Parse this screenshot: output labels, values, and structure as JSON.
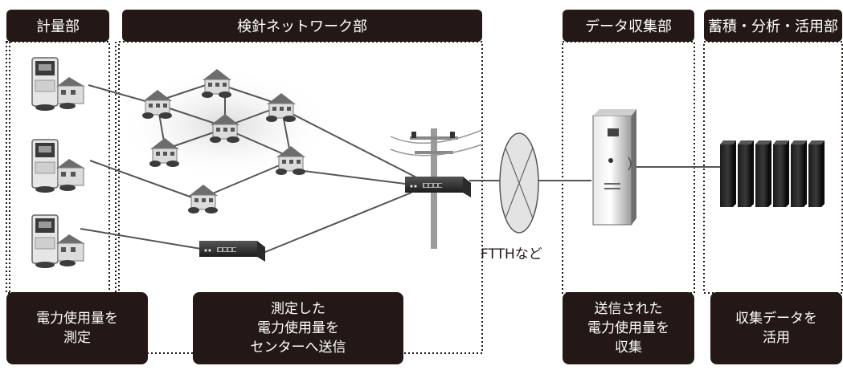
{
  "sections": {
    "metering": "計量部",
    "network": "検針ネットワーク部",
    "collection": "データ収集部",
    "storage": "蓄積・分析・活用部"
  },
  "descriptions": {
    "metering": "電力使用量を\n測定",
    "network": "測定した\n電力使用量を\nセンターへ送信",
    "collection": "送信された\n電力使用量を\n収集",
    "storage": "収集データを\n活用"
  },
  "ftth_label": "FTTHなど",
  "colors": {
    "dark": "#231815",
    "line": "#555555",
    "house": "#8a8a8a"
  }
}
